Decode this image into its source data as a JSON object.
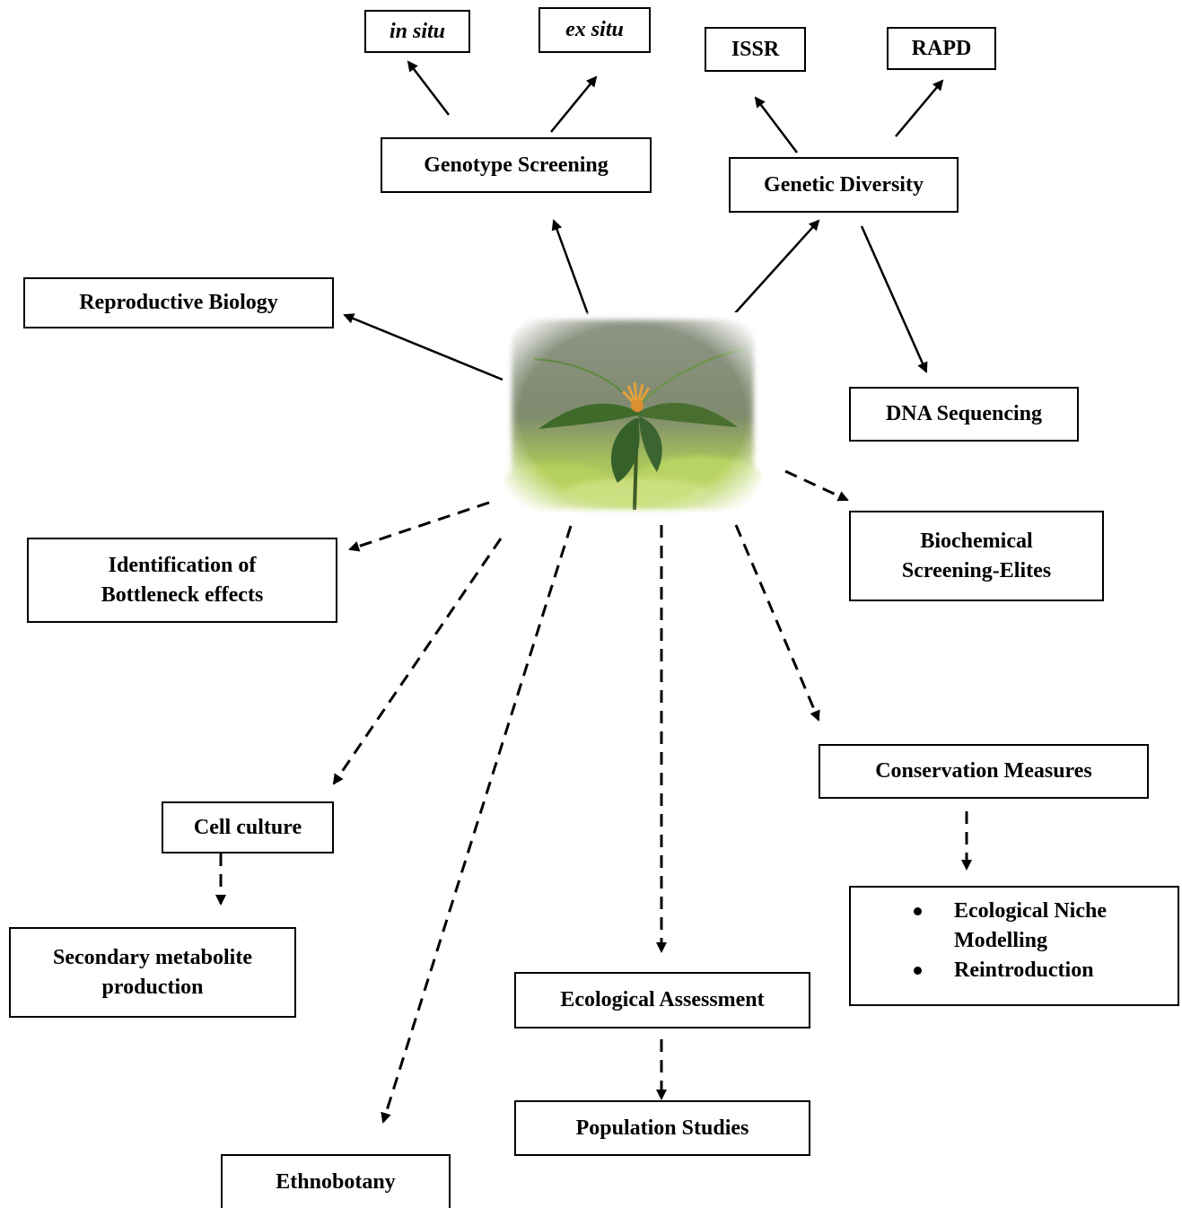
{
  "nodes": {
    "in_situ": "in situ",
    "ex_situ": "ex situ",
    "issr": "ISSR",
    "rapd": "RAPD",
    "genotype_screening": "Genotype Screening",
    "genetic_diversity": "Genetic Diversity",
    "reproductive_biology": "Reproductive Biology",
    "dna_sequencing": "DNA Sequencing",
    "bottleneck": [
      "Identification of",
      "Bottleneck effects"
    ],
    "biochemical": [
      "Biochemical",
      "Screening-Elites"
    ],
    "conservation_measures": "Conservation Measures",
    "cell_culture": "Cell culture",
    "secondary_metabolite": [
      "Secondary metabolite",
      "production"
    ],
    "niche_list": [
      "Ecological Niche Modelling",
      "Reintroduction"
    ],
    "ecological_assessment": "Ecological Assessment",
    "population_studies": "Population Studies",
    "ethnobotany": "Ethnobotany"
  },
  "center_image": "plant-photo"
}
